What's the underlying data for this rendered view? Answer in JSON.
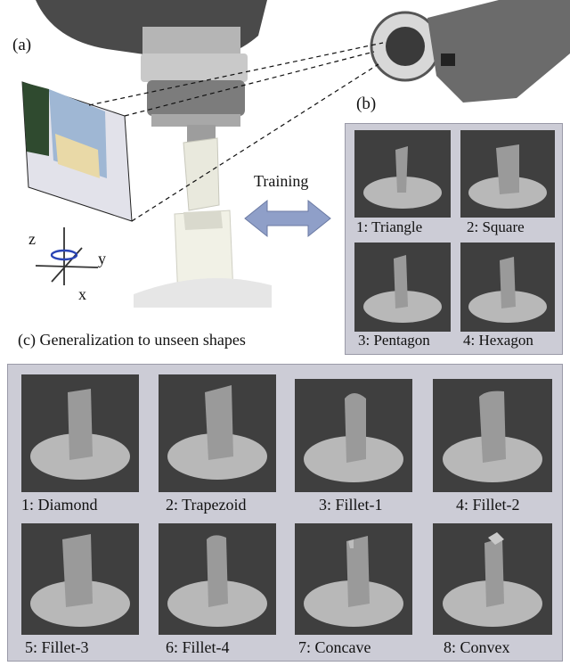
{
  "labels": {
    "panel_a": "(a)",
    "panel_b": "(b)",
    "training": "Training",
    "axis_z": "z",
    "axis_y": "y",
    "axis_x": "x"
  },
  "panel_c": {
    "title": "(c)  Generalization to unseen shapes"
  },
  "training_shapes": [
    {
      "label": "1: Triangle",
      "shape": "triangle"
    },
    {
      "label": "2: Square",
      "shape": "square"
    },
    {
      "label": "3: Pentagon",
      "shape": "pentagon"
    },
    {
      "label": "4: Hexagon",
      "shape": "hexagon"
    }
  ],
  "unseen_shapes": [
    {
      "label": "1: Diamond",
      "shape": "diamond"
    },
    {
      "label": "2: Trapezoid",
      "shape": "trapezoid"
    },
    {
      "label": "3: Fillet-1",
      "shape": "fillet-1"
    },
    {
      "label": "4: Fillet-2",
      "shape": "fillet-2"
    },
    {
      "label": "5: Fillet-3",
      "shape": "fillet-3"
    },
    {
      "label": "6: Fillet-4",
      "shape": "fillet-4"
    },
    {
      "label": "7: Concave",
      "shape": "concave"
    },
    {
      "label": "8: Convex",
      "shape": "convex"
    }
  ],
  "colors": {
    "panel_bg": "#ccccd6",
    "tile_bg": "#3f3f3f",
    "arrow": "#8f9fc8"
  }
}
